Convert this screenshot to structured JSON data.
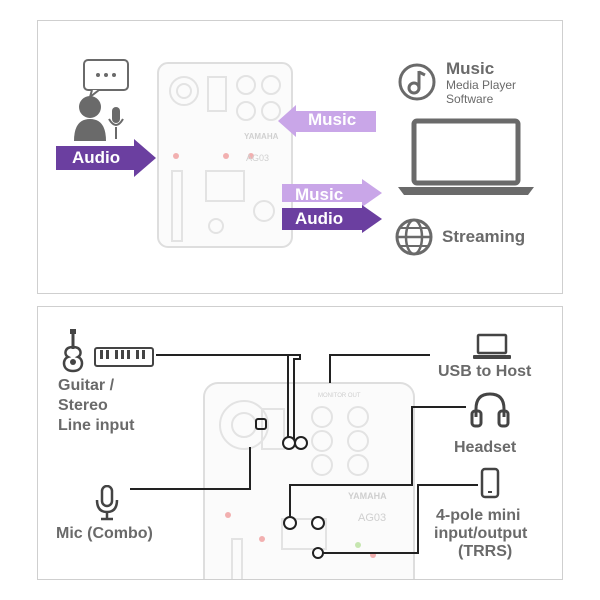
{
  "top": {
    "music_title": "Music",
    "music_sub1": "Media Player",
    "music_sub2": "Software",
    "arrow_music_in": "Music",
    "arrow_audio_in": "Audio",
    "arrow_music_out": "Music",
    "arrow_audio_out": "Audio",
    "streaming": "Streaming",
    "brand": "YAMAHA",
    "model": "AG03",
    "colors": {
      "purple": "#6b3fa0",
      "light_purple": "#c9a6e8",
      "icon_gray": "#6a6a6a"
    }
  },
  "bottom": {
    "guitar_l1": "Guitar /",
    "guitar_l2": "Stereo",
    "guitar_l3": "Line input",
    "mic": "Mic (Combo)",
    "usb": "USB to Host",
    "headset": "Headset",
    "mini_l1": "4-pole mini",
    "mini_l2": "input/output",
    "mini_l3": "(TRRS)",
    "brand": "YAMAHA",
    "model": "AG03",
    "monitor_out": "MONITOR OUT"
  }
}
